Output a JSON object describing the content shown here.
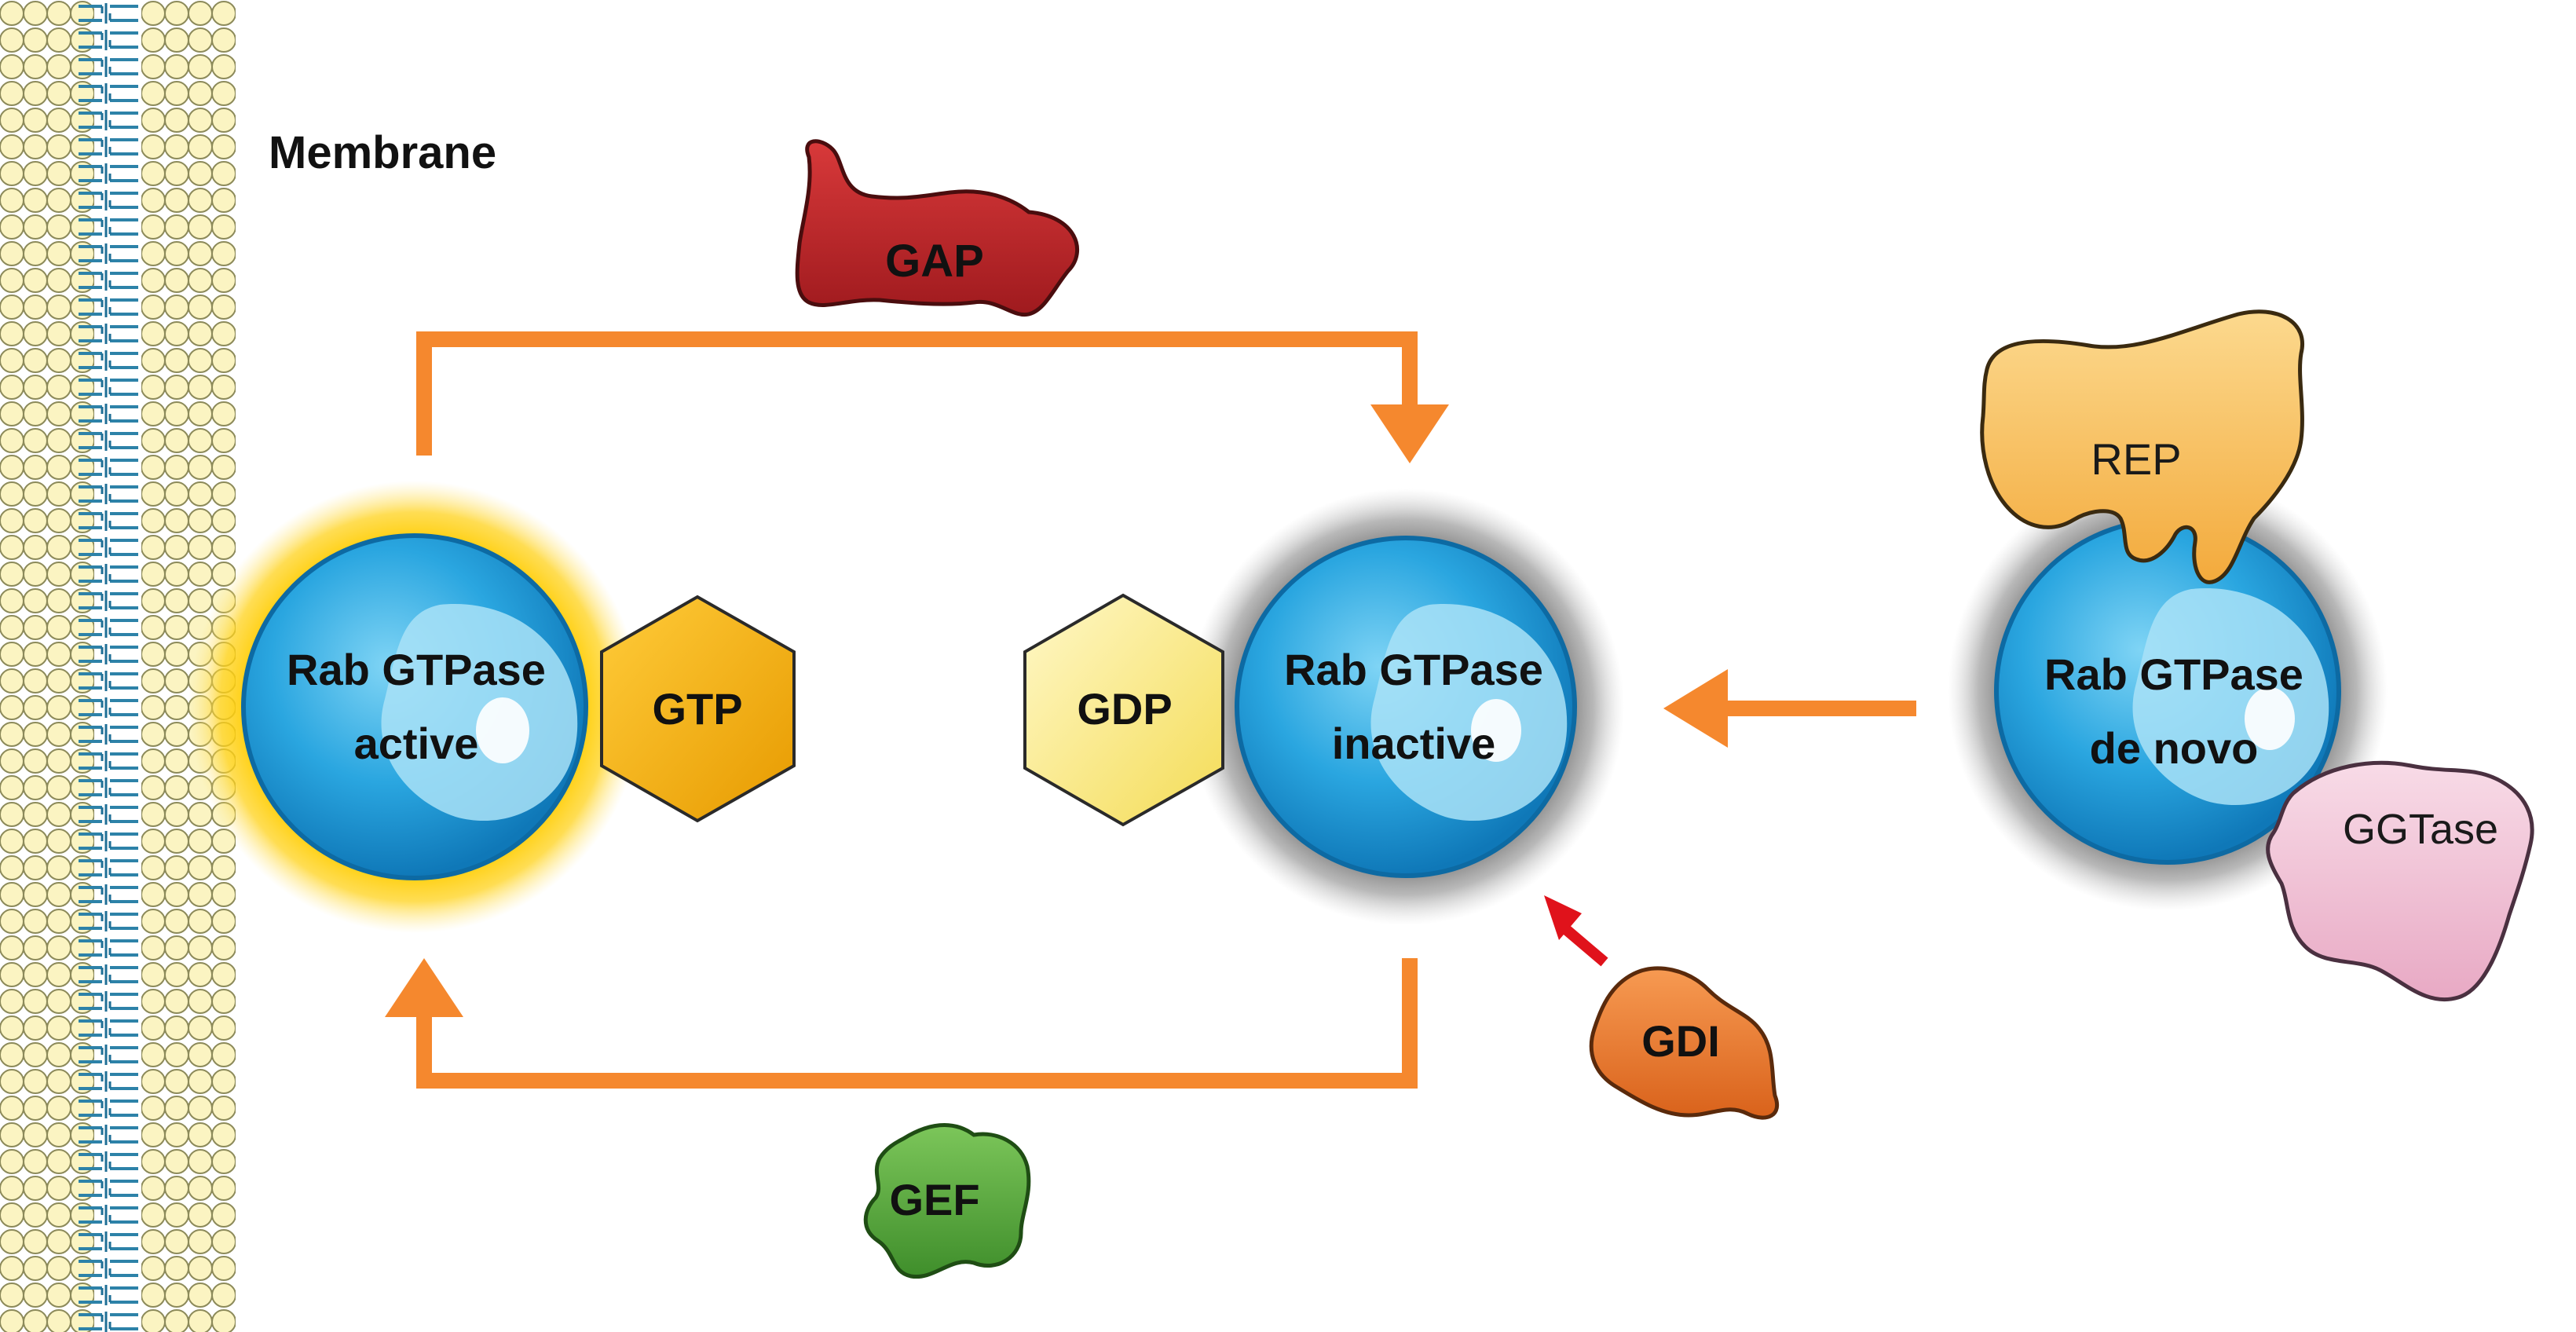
{
  "labels": {
    "membrane": "Membrane",
    "gap": "GAP",
    "gef": "GEF",
    "gdi": "GDI",
    "rep": "REP",
    "ggtase": "GGTase",
    "gtp": "GTP",
    "gdp": "GDP",
    "active_line1": "Rab GTPase",
    "active_line2": "active",
    "inactive_line1": "Rab GTPase",
    "inactive_line2": "inactive",
    "denovo_line1": "Rab GTPase",
    "denovo_line2": "de novo"
  },
  "colors": {
    "arrow": "#f5882e",
    "gdi_arrow": "#e0121b",
    "sphere": "#29a8e0",
    "active_glow": "#ffcc00",
    "inactive_glow": "#8a8a8a",
    "gap": "#c8262a",
    "gef": "#5dab3e",
    "gdi": "#ee7b2e",
    "rep": "#f8c46a",
    "ggtase": "#f2c4d8",
    "gtp": "#f6b400",
    "gdp": "#fbef9c"
  }
}
